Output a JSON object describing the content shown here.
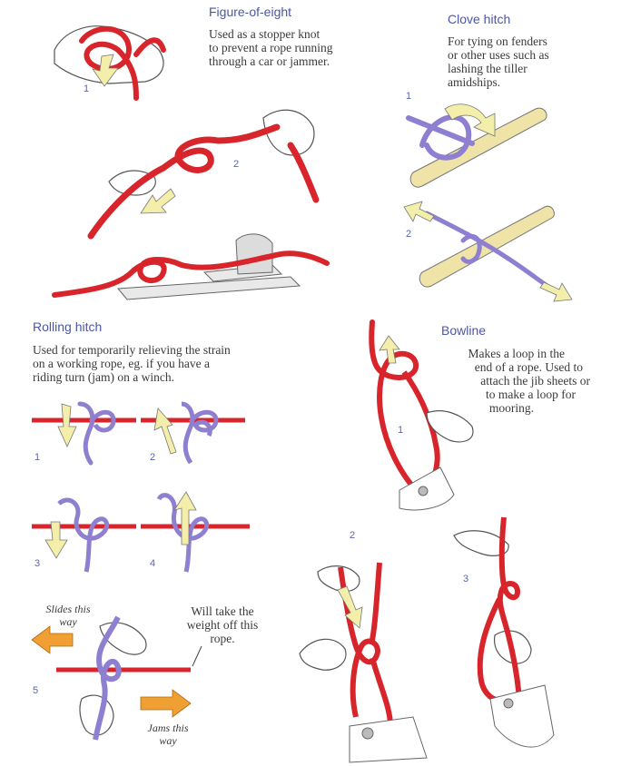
{
  "colors": {
    "rope_red": "#d8242b",
    "rope_purple": "#8f7fd0",
    "arrow_yellow": "#f3efaa",
    "arrow_orange": "#f0a033",
    "title_blue": "#4a57a8",
    "spar": "#efe3a8"
  },
  "figure_of_eight": {
    "title": "Figure-of-eight",
    "desc": [
      "Used as a stopper knot",
      "to prevent a rope running",
      "through a car or jammer."
    ],
    "steps": [
      "1",
      "2"
    ]
  },
  "clove_hitch": {
    "title": "Clove hitch",
    "desc": [
      "For tying on fenders",
      "or other uses such as",
      "lashing the tiller",
      "amidships."
    ],
    "steps": [
      "1",
      "2"
    ]
  },
  "rolling_hitch": {
    "title": "Rolling hitch",
    "desc": [
      "Used for temporarily relieving the strain",
      "on a working rope, eg. if you have a",
      "riding turn (jam) on a winch."
    ],
    "steps": [
      "1",
      "2",
      "3",
      "4",
      "5"
    ],
    "notes": {
      "slides": [
        "Slides this",
        "way"
      ],
      "weight": [
        "Will take the",
        "weight off this",
        "rope."
      ],
      "jams": [
        "Jams this",
        "way"
      ]
    }
  },
  "bowline": {
    "title": "Bowline",
    "desc": [
      "Makes a loop in the",
      "end of a rope. Used to",
      "attach the jib sheets or",
      "to make a loop for",
      "mooring."
    ],
    "steps": [
      "1",
      "2",
      "3"
    ]
  }
}
